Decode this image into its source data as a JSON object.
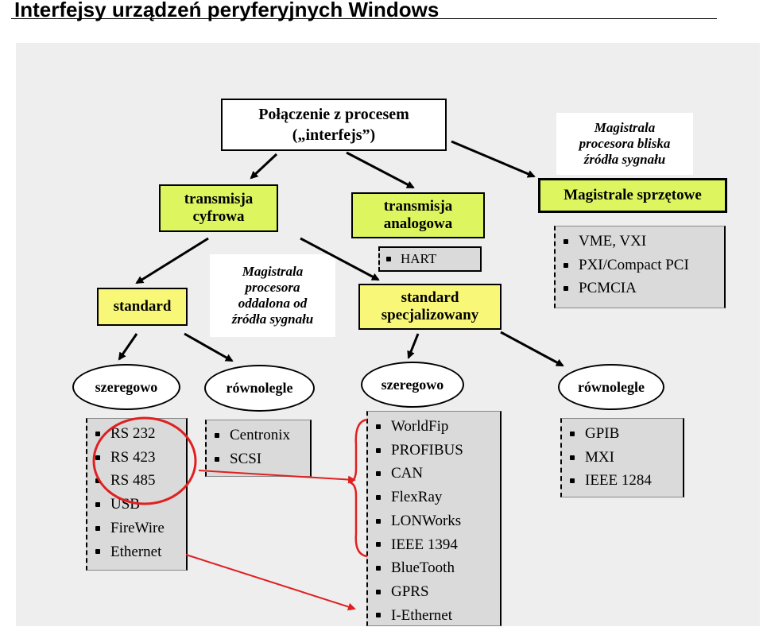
{
  "page_title": "Interfejsy urządzeń peryferyjnych Windows",
  "root": {
    "line1": "Połączenie z procesem",
    "line2": "(„interfejs”)"
  },
  "note_close": {
    "line1": "Magistrala",
    "line2": "procesora bliska",
    "line3": "źródła sygnału"
  },
  "hw_buses": {
    "label": "Magistrale sprzętowe",
    "items": [
      "VME, VXI",
      "PXI/Compact PCI",
      "PCMCIA"
    ]
  },
  "digital": {
    "line1": "transmisja",
    "line2": "cyfrowa"
  },
  "analog": {
    "line1": "transmisja",
    "line2": "analogowa",
    "hart": "HART"
  },
  "note_far": {
    "line1": "Magistrala",
    "line2": "procesora",
    "line3": "oddalona od",
    "line4": "źródła sygnału"
  },
  "standard": {
    "label": "standard"
  },
  "specialized": {
    "line1": "standard",
    "line2": "specjalizowany"
  },
  "std_serial": {
    "label": "szeregowo",
    "items": [
      "RS 232",
      "RS 423",
      "RS 485",
      "USB",
      "FireWire",
      "Ethernet"
    ]
  },
  "std_parallel": {
    "label": "równolegle",
    "items": [
      "Centronix",
      "SCSI"
    ]
  },
  "spec_serial": {
    "label": "szeregowo",
    "items": [
      "WorldFip",
      "PROFIBUS",
      "CAN",
      "FlexRay",
      "LONWorks",
      "IEEE 1394",
      "BlueTooth",
      "GPRS",
      "I-Ethernet"
    ]
  },
  "spec_parallel": {
    "label": "równolegle",
    "items": [
      "GPIB",
      "MXI",
      "IEEE 1284"
    ]
  },
  "colors": {
    "green": "#ddf55e",
    "yellow": "#f9f777",
    "list_bg": "#dadada",
    "annotation_red": "#e02020"
  }
}
